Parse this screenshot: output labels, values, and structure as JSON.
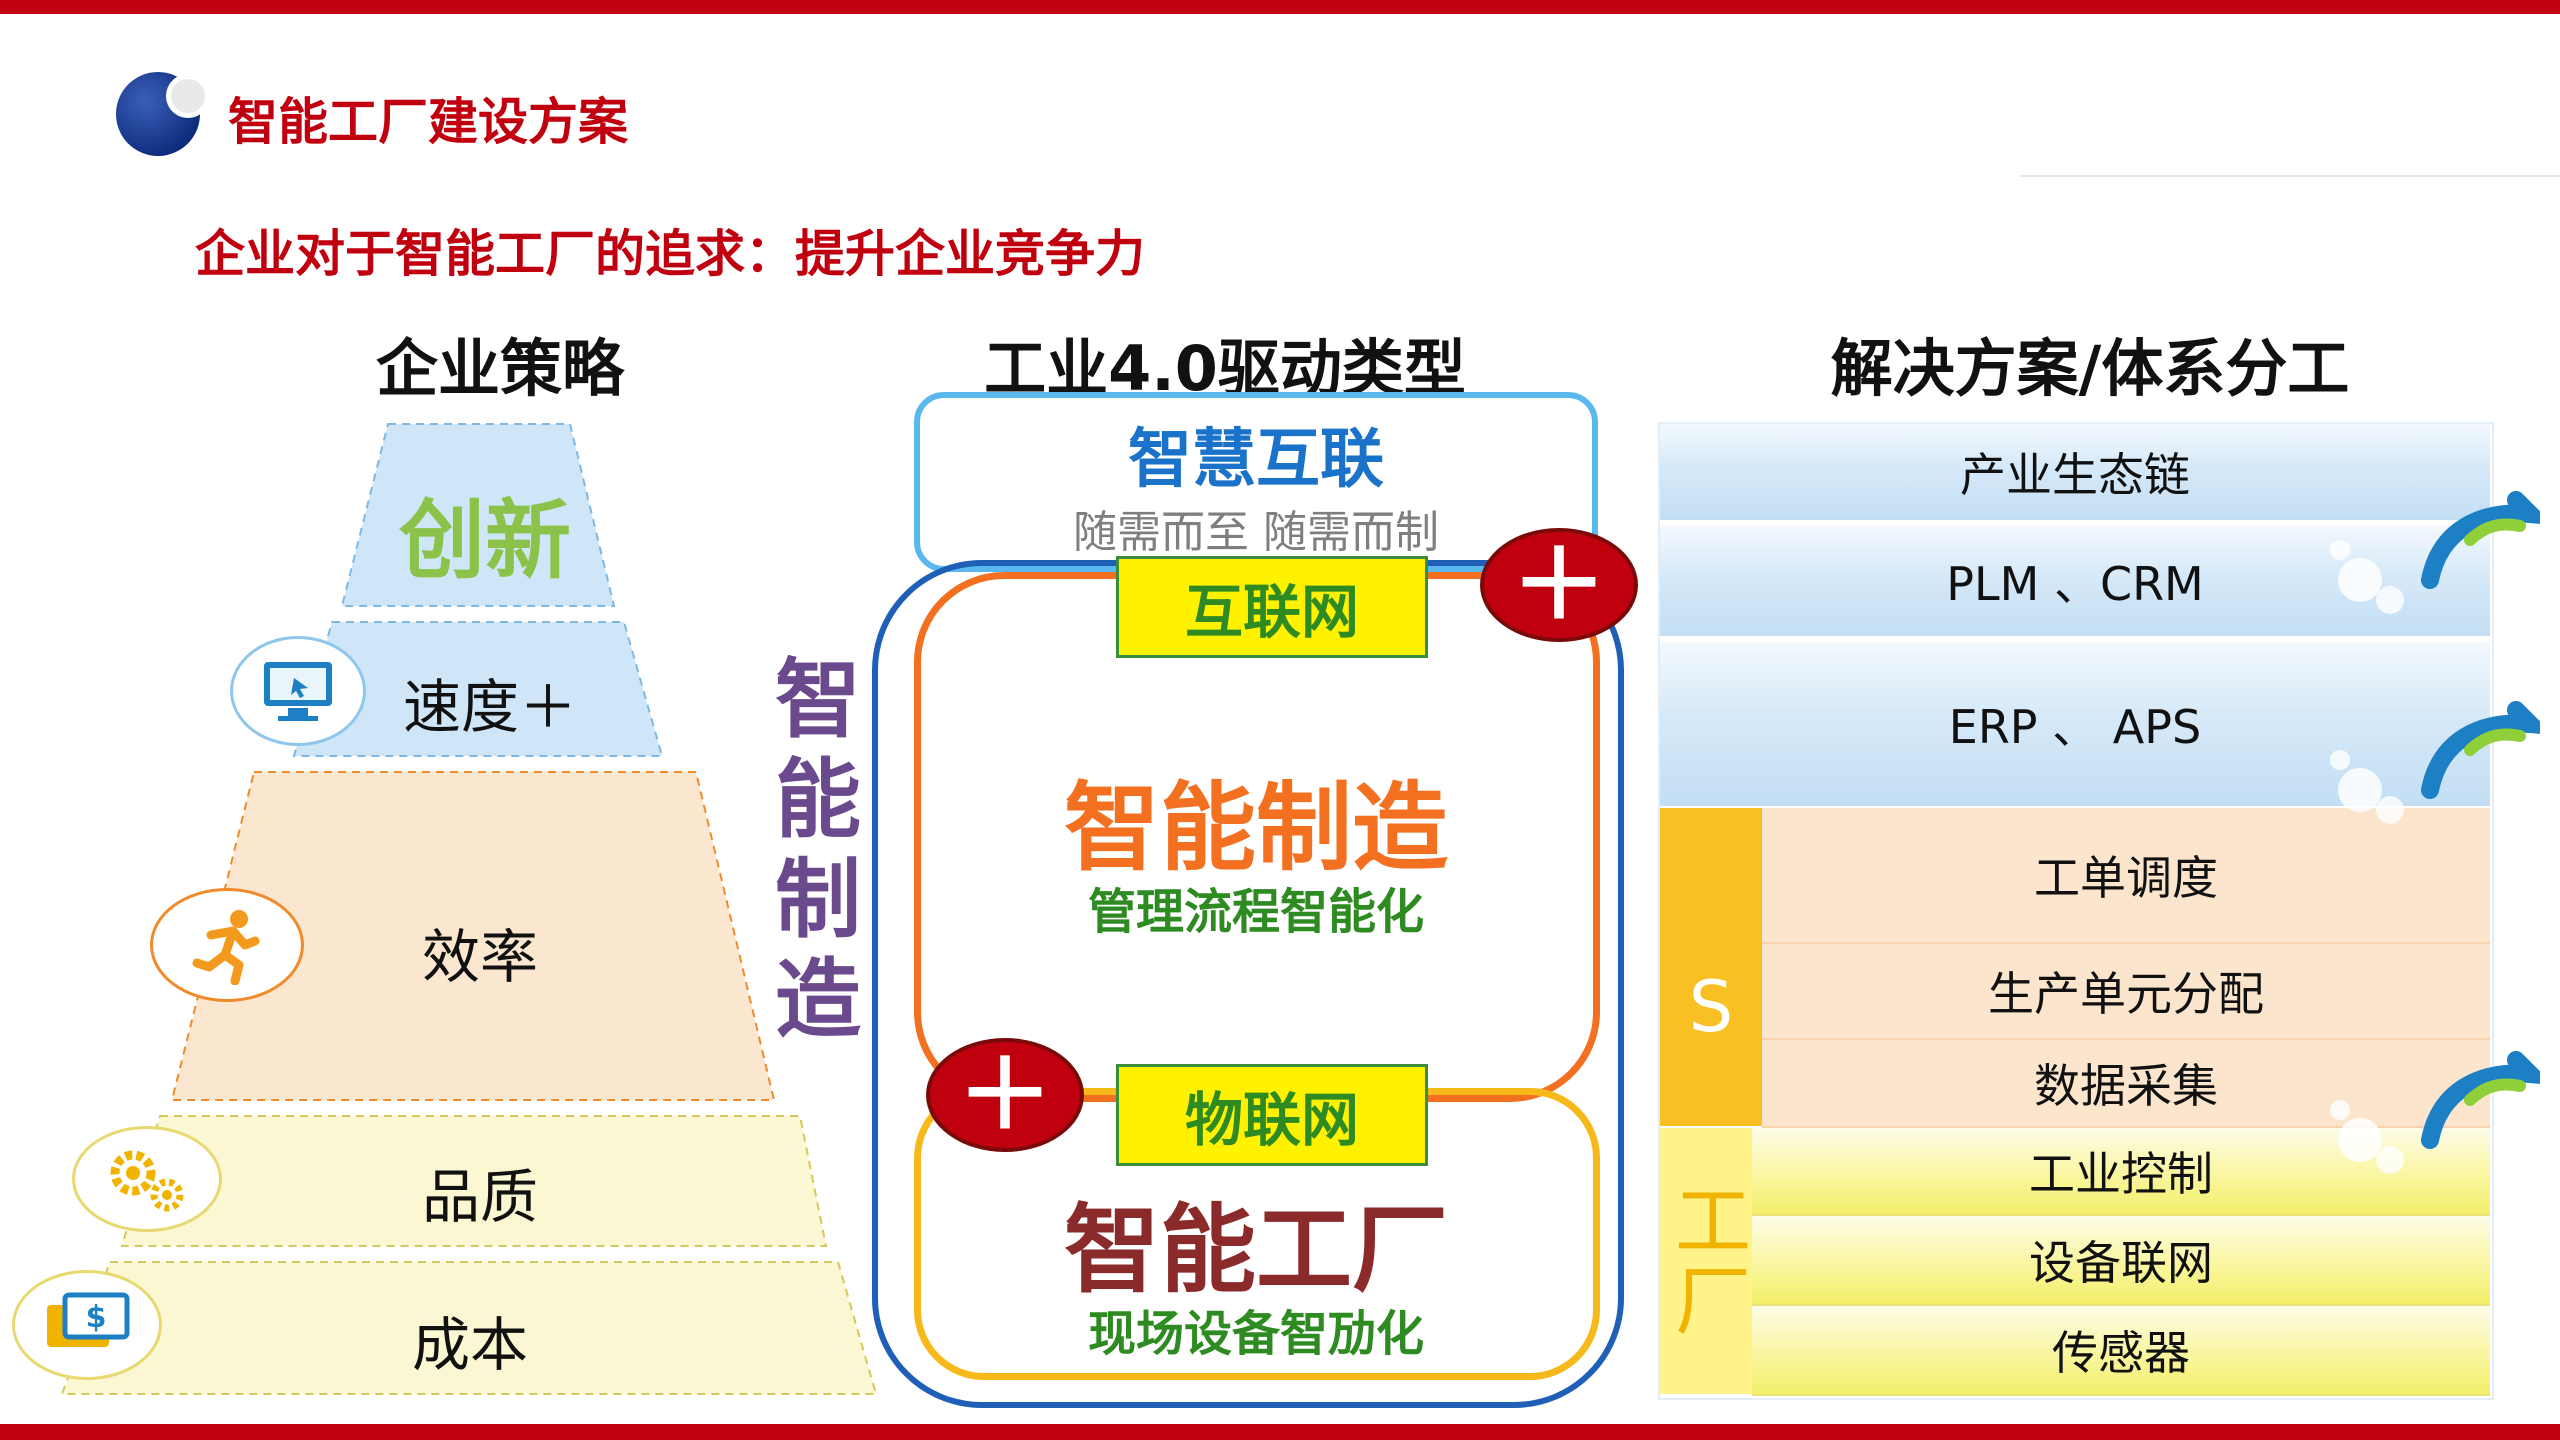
{
  "header": {
    "title": "智能工厂建设方案",
    "subtitle": "企业对于智能工厂的追求：提升企业竞争力"
  },
  "columns": {
    "strategy": "企业策略",
    "drivers": "工业4.0驱动类型",
    "solutions": "解决方案/体系分工"
  },
  "pyramid": [
    {
      "label": "创新",
      "icon": "none"
    },
    {
      "label": "速度＋",
      "icon": "monitor-icon"
    },
    {
      "label": "效率",
      "icon": "runner-icon"
    },
    {
      "label": "品质",
      "icon": "gears-icon"
    },
    {
      "label": "成本",
      "icon": "money-icon"
    }
  ],
  "drivers": {
    "vertical_label": [
      "智",
      "能",
      "制",
      "造"
    ],
    "smart_connect": {
      "title": "智慧互联",
      "subtitle": "随需而至 随需而制"
    },
    "internet": "互联网",
    "smart_manufacturing": {
      "title": "智能制造",
      "subtitle": "管理流程智能化"
    },
    "iot": "物联网",
    "smart_factory": {
      "title": "智能工厂",
      "subtitle": "现场设备智劢化"
    },
    "plus": "＋"
  },
  "solutions": {
    "blue_rows": [
      "产业生态链",
      "PLM 、CRM",
      "ERP 、 APS"
    ],
    "s_label": "S",
    "peach_rows": [
      "工单调度",
      "生产单元分配",
      "数据采集"
    ],
    "factory_label": "工厂",
    "yellow_rows": [
      "工业控制",
      "设备联网",
      "传感器"
    ]
  },
  "colors": {
    "brand_red": "#c0000f",
    "innovation_green": "#8bc34a",
    "connect_blue": "#1a73c8",
    "manufacturing_orange": "#f37021",
    "factory_brown": "#8b2a2a",
    "drivers_purple": "#6a4a8c"
  }
}
